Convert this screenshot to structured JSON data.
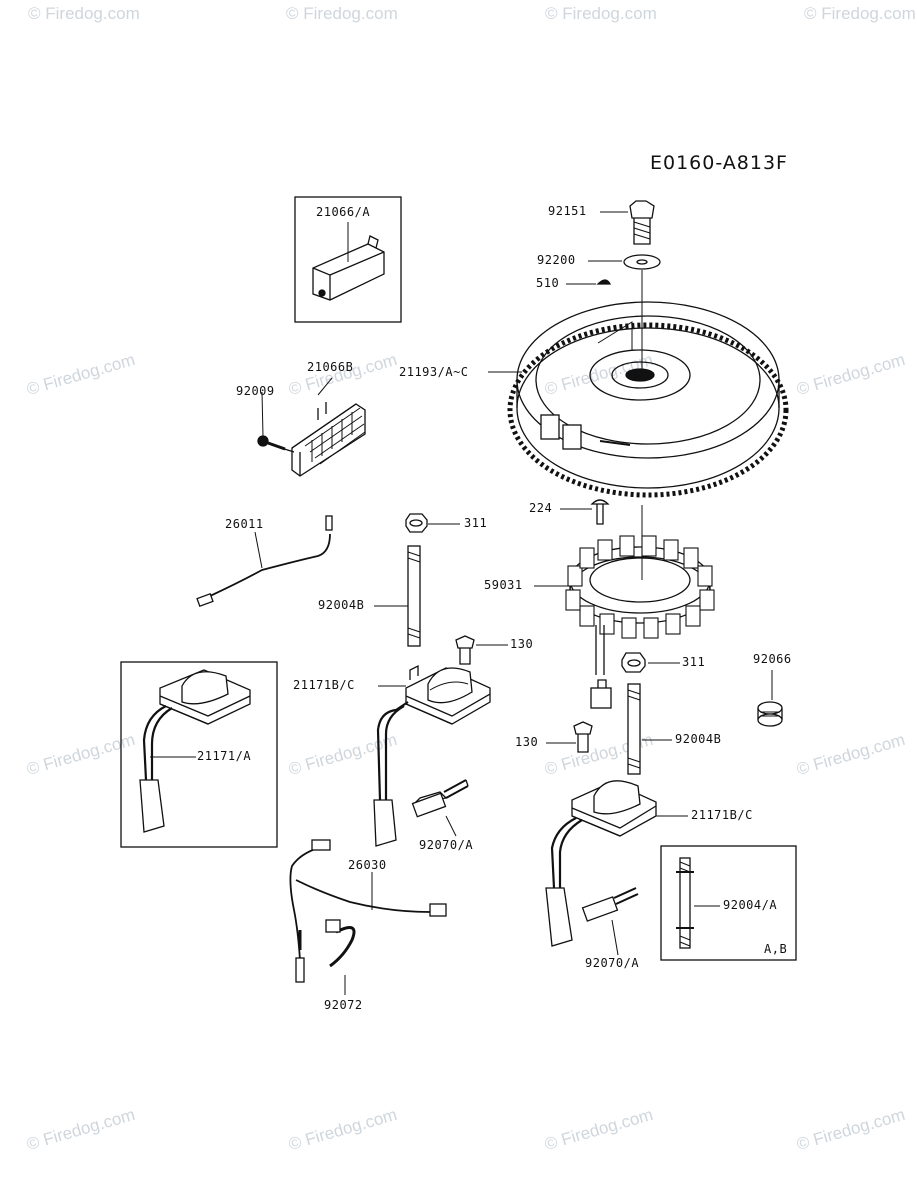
{
  "diagram_code": "E0160-A813F",
  "watermark": "© Firedog.com",
  "parts": {
    "p21066a": "21066/A",
    "p21066b": "21066B",
    "p92009": "92009",
    "p92151": "92151",
    "p92200": "92200",
    "p510": "510",
    "p21193": "21193/A~C",
    "p224": "224",
    "p59031": "59031",
    "p26011": "26011",
    "p311a": "311",
    "p92004b1": "92004B",
    "p130a": "130",
    "p21171bc1": "21171B/C",
    "p21171a": "21171/A",
    "p92070a1": "92070/A",
    "p26030": "26030",
    "p92072": "92072",
    "p311b": "311",
    "p92066": "92066",
    "p130b": "130",
    "p92004b2": "92004B",
    "p21171bc2": "21171B/C",
    "p92004a": "92004/A",
    "p92070a2": "92070/A",
    "pab": "A,B"
  }
}
